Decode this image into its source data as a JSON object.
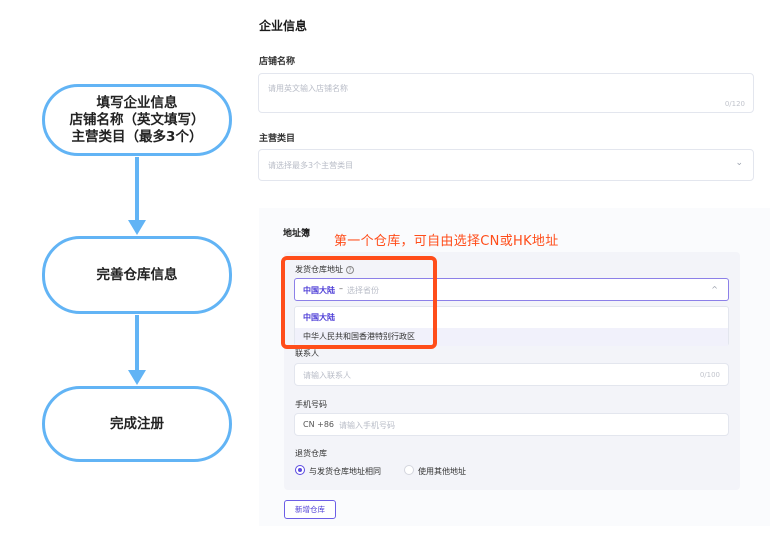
{
  "flowchart": {
    "nodes": [
      {
        "lines": [
          "填写企业信息",
          "店铺名称（英文填写）",
          "主营类目（最多3个）"
        ]
      },
      {
        "lines": [
          "完善仓库信息"
        ]
      },
      {
        "lines": [
          "完成注册"
        ]
      }
    ],
    "color": "#62b4f5"
  },
  "form": {
    "title": "企业信息",
    "store_name": {
      "label": "店铺名称",
      "placeholder": "请用英文输入店铺名称",
      "counter": "0/120"
    },
    "category": {
      "label": "主营类目",
      "placeholder": "请选择最多3个主营类目",
      "chevron": "⌄"
    },
    "address_book": {
      "title": "地址簿",
      "annotation": "第一个仓库，可自由选择CN或HK地址",
      "shipping_warehouse": {
        "label": "发货仓库地址",
        "help_icon": "?",
        "selected": "中国大陆",
        "separator": "–",
        "sub_placeholder": "选择省份",
        "chevron": "^",
        "options": [
          "中国大陆",
          "中华人民共和国香港特别行政区"
        ]
      },
      "contact": {
        "label": "联系人",
        "placeholder": "请输入联系人",
        "counter": "0/100"
      },
      "phone": {
        "label": "手机号码",
        "prefix": "CN +86",
        "placeholder": "请输入手机号码"
      },
      "return_warehouse": {
        "label": "退货仓库",
        "options": [
          {
            "label": "与发货仓库地址相同",
            "checked": true
          },
          {
            "label": "使用其他地址",
            "checked": false
          }
        ]
      },
      "add_button": "新增仓库"
    },
    "accent_color": "#4b3bd6",
    "annotation_color": "#ff4d1a"
  }
}
